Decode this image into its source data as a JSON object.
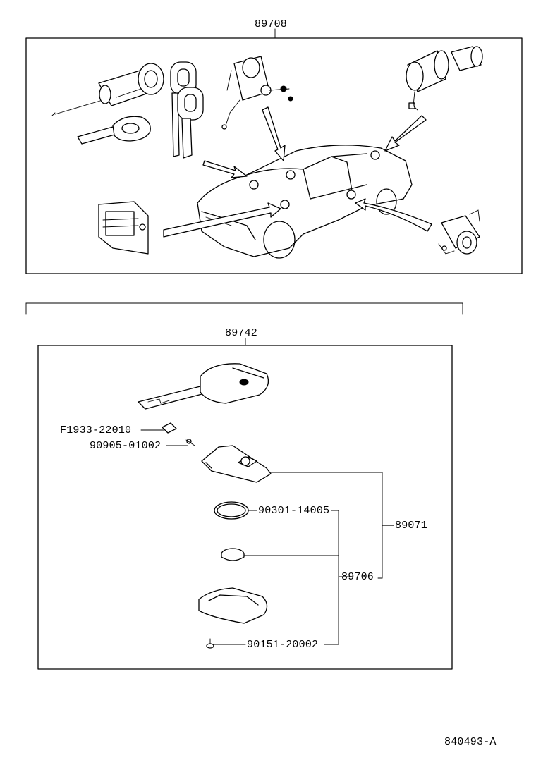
{
  "labels": {
    "top_assembly": "89708",
    "key_assembly": "89742",
    "part_f1933": "F1933-22010",
    "part_90905": "90905-01002",
    "part_90301": "90301-14005",
    "part_89071": "89071",
    "part_89706": "89706",
    "part_90151": "90151-20002",
    "figure_id": "840493-A"
  }
}
